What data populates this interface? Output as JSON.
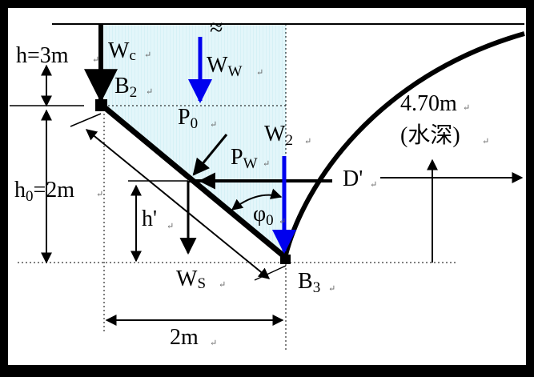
{
  "labels": {
    "h": "h=3m",
    "wc_main": "W",
    "wc_sub": "c",
    "ww_main": "W",
    "ww_sub": "W",
    "b2_main": "B",
    "b2_sub": "2",
    "p0_main": "P",
    "p0_sub": "0",
    "w2_main": "W",
    "w2_sub": "2",
    "pw_main": "P",
    "pw_sub": "W",
    "depth_value": "4.70m",
    "depth_note": "(水深)",
    "d_prime": "D'",
    "h0_main": "h",
    "h0_sub": "0",
    "h0_value": "=2m",
    "h_prime": "h'",
    "phi_main": "φ",
    "phi_sub": "0",
    "ws_main": "W",
    "ws_sub": "S",
    "b3_main": "B",
    "b3_sub": "3",
    "width": "2m",
    "break_mark": "≈",
    "return_mark": "↵"
  },
  "colors": {
    "background": "#ffffff",
    "frame": "#000000",
    "water": "#e3f6fa",
    "load_arrow": "#0000ee",
    "line": "#000000",
    "node": "#000000"
  }
}
